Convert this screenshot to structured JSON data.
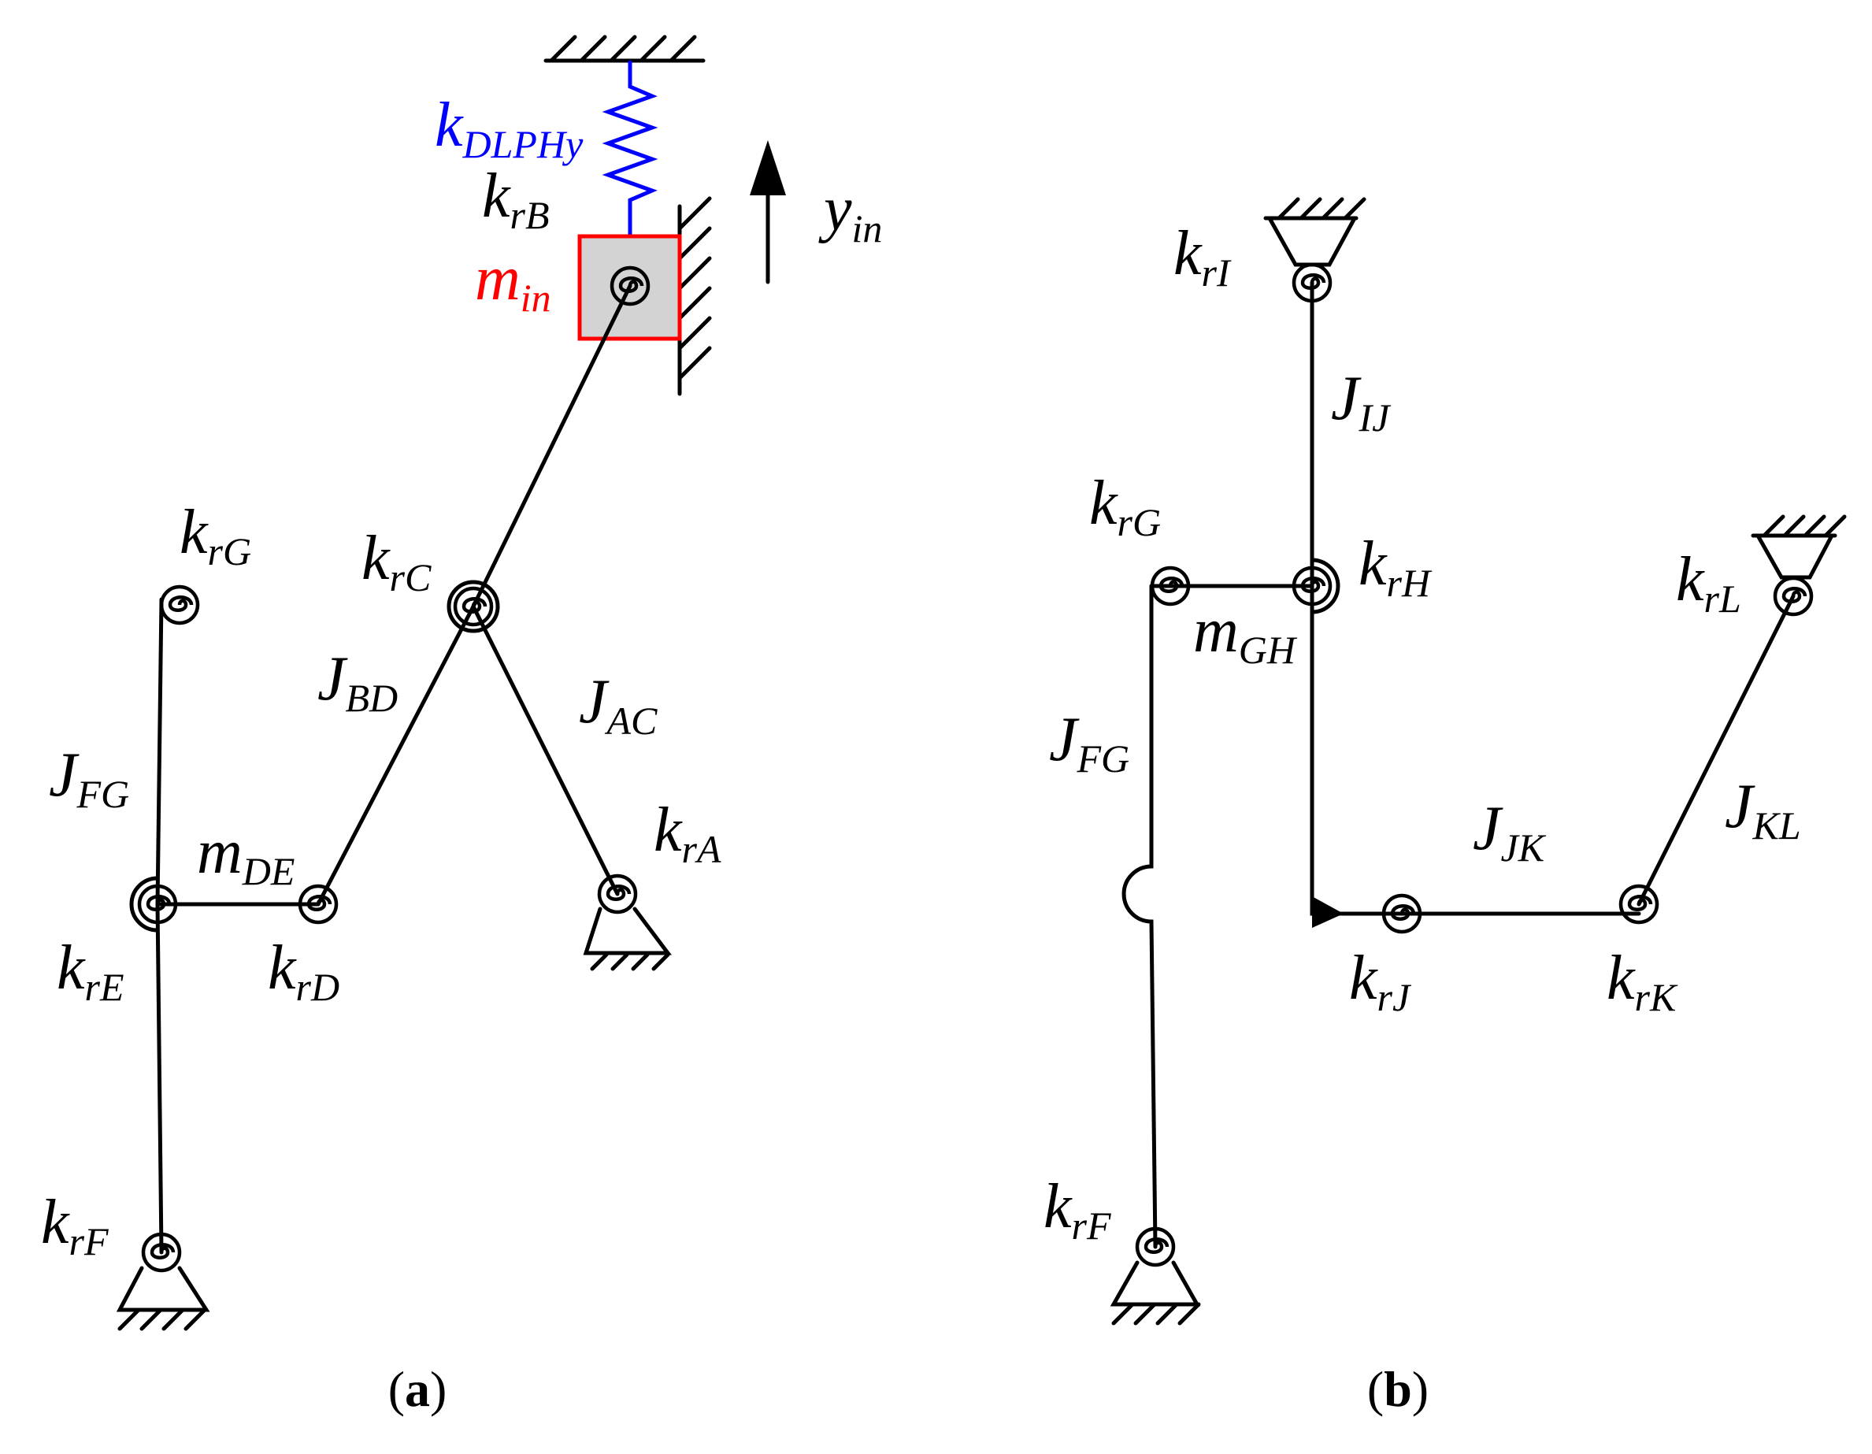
{
  "diagram": {
    "panel_a": {
      "caption": {
        "open": "(",
        "letter": "a",
        "close": ")"
      },
      "labels": {
        "k_DLPHy": {
          "main": "k",
          "sub": "DLPHy"
        },
        "k_rB": {
          "main": "k",
          "sub": "rB"
        },
        "m_in": {
          "main": "m",
          "sub": "in"
        },
        "y_in": {
          "main": "y",
          "sub": "in"
        },
        "k_rC": {
          "main": "k",
          "sub": "rC"
        },
        "k_rG": {
          "main": "k",
          "sub": "rG"
        },
        "J_BD": {
          "main": "J",
          "sub": "BD"
        },
        "J_AC": {
          "main": "J",
          "sub": "AC"
        },
        "J_FG": {
          "main": "J",
          "sub": "FG"
        },
        "m_DE": {
          "main": "m",
          "sub": "DE"
        },
        "k_rA": {
          "main": "k",
          "sub": "rA"
        },
        "k_rE": {
          "main": "k",
          "sub": "rE"
        },
        "k_rD": {
          "main": "k",
          "sub": "rD"
        },
        "k_rF": {
          "main": "k",
          "sub": "rF"
        }
      }
    },
    "panel_b": {
      "caption": {
        "open": "(",
        "letter": "b",
        "close": ")"
      },
      "labels": {
        "k_rI": {
          "main": "k",
          "sub": "rI"
        },
        "J_IJ": {
          "main": "J",
          "sub": "IJ"
        },
        "k_rG": {
          "main": "k",
          "sub": "rG"
        },
        "k_rH": {
          "main": "k",
          "sub": "rH"
        },
        "k_rL": {
          "main": "k",
          "sub": "rL"
        },
        "m_GH": {
          "main": "m",
          "sub": "GH"
        },
        "J_FG": {
          "main": "J",
          "sub": "FG"
        },
        "J_JK": {
          "main": "J",
          "sub": "JK"
        },
        "J_KL": {
          "main": "J",
          "sub": "KL"
        },
        "k_rJ": {
          "main": "k",
          "sub": "rJ"
        },
        "k_rK": {
          "main": "k",
          "sub": "rK"
        },
        "k_rF": {
          "main": "k",
          "sub": "rF"
        }
      }
    },
    "colors": {
      "spring": "#0000ff",
      "mass": "#ff0000",
      "mass_fill": "#d3d3d3",
      "line": "#000000"
    }
  }
}
